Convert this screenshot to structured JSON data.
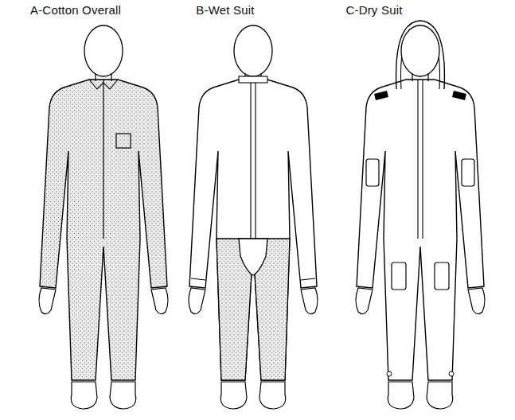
{
  "diagram": {
    "labels": [
      "A-Cotton Overall",
      "B-Wet Suit",
      "C-Dry Suit"
    ]
  }
}
